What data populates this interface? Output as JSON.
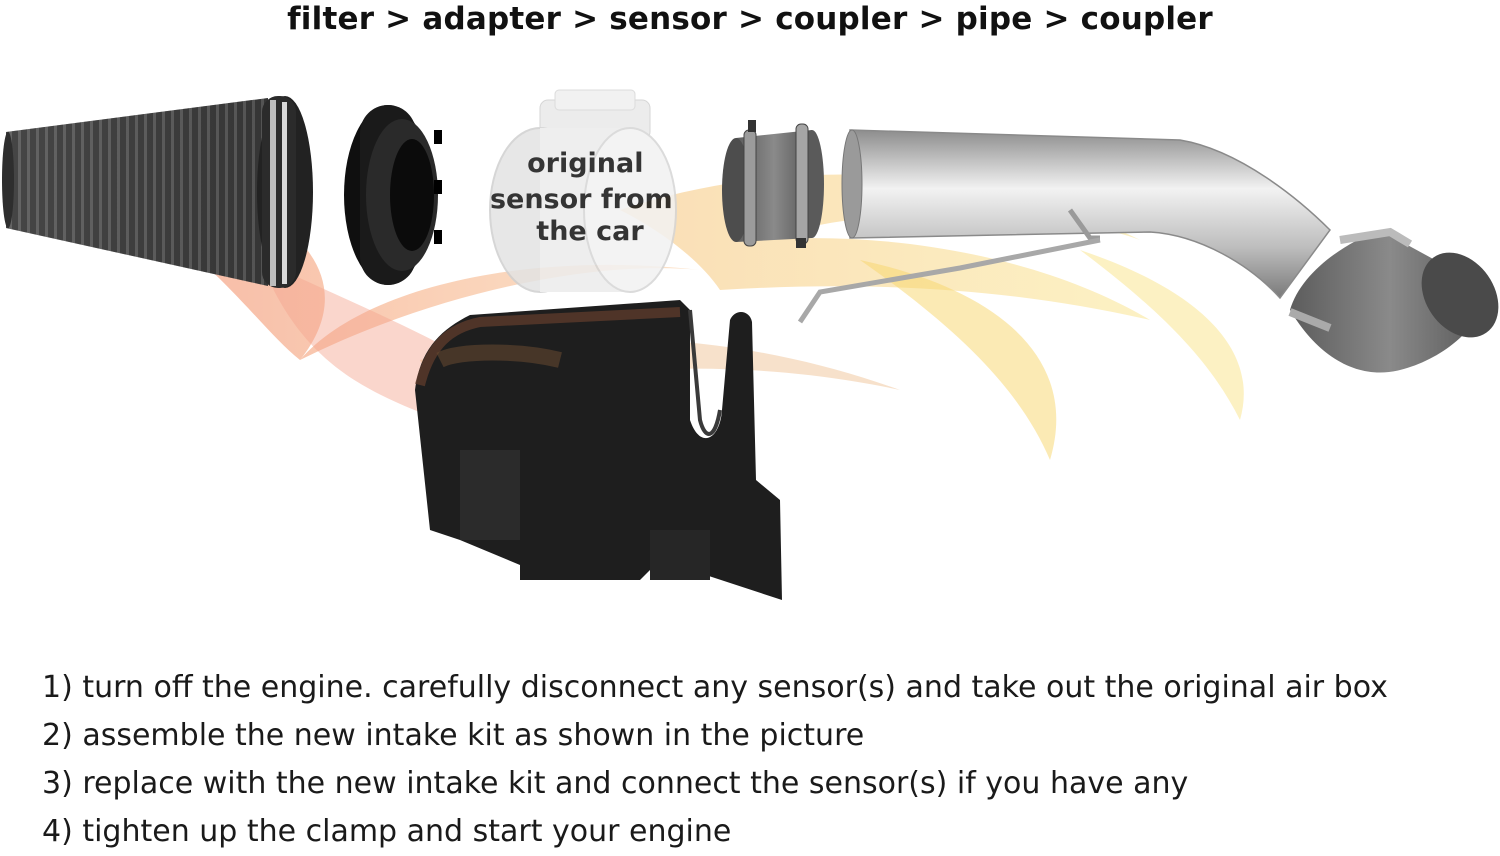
{
  "title": "filter > adapter > sensor > coupler > pipe > coupler",
  "sensor_label": [
    "original",
    "sensor from",
    "the car"
  ],
  "steps": [
    "1) turn off the engine. carefully disconnect any sensor(s) and take out the original air box",
    "2) assemble the new intake kit as shown in the picture",
    "3) replace with the new intake kit and connect the sensor(s) if you have any",
    "4) tighten up the clamp and start your engine"
  ],
  "colors": {
    "flow_red": "#f2a38f",
    "flow_yellow": "#f7d66a",
    "filter": "#3a3a3a",
    "adapter": "#111111",
    "sensor": "#e6e6e6",
    "coupler": "#6e6e6e",
    "pipe": "#c9c9c9",
    "heat_shield": "#1e1e1e"
  },
  "icons": [
    "air-filter-icon",
    "adapter-ring-icon",
    "maf-sensor-icon",
    "silicone-coupler-icon",
    "intake-pipe-icon",
    "elbow-coupler-icon",
    "heat-shield-icon"
  ]
}
